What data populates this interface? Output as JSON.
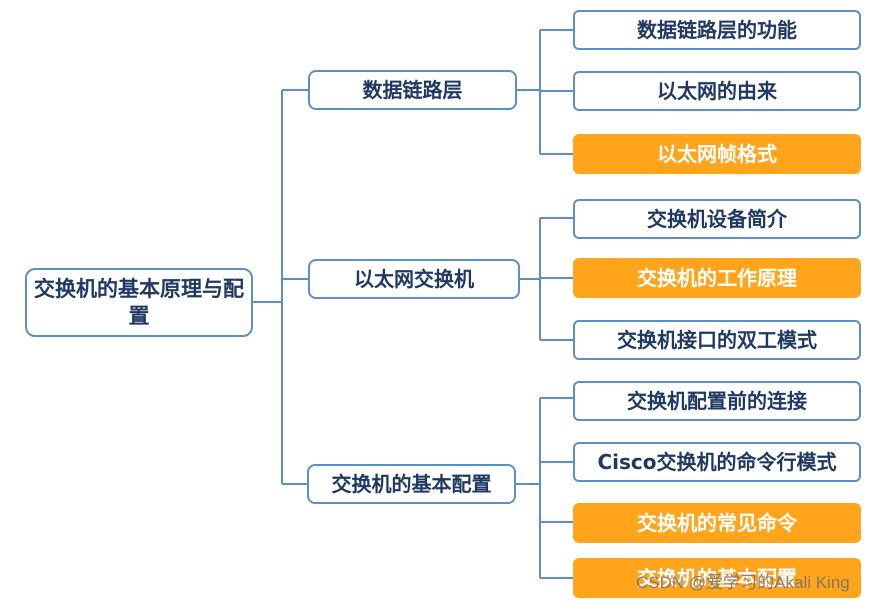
{
  "colors": {
    "line": "#5b8fc7",
    "text": "#1f3864",
    "highlight_fill": "#ffa41b",
    "highlight_text": "#ffffff"
  },
  "root": {
    "label": "交换机的基本原理与配置"
  },
  "branches": [
    {
      "label": "数据链路层",
      "children": [
        {
          "label": "数据链路层的功能",
          "highlight": false
        },
        {
          "label": "以太网的由来",
          "highlight": false
        },
        {
          "label": "以太网帧格式",
          "highlight": true
        }
      ]
    },
    {
      "label": "以太网交换机",
      "children": [
        {
          "label": "交换机设备简介",
          "highlight": false
        },
        {
          "label": "交换机的工作原理",
          "highlight": true
        },
        {
          "label": "交换机接口的双工模式",
          "highlight": false
        }
      ]
    },
    {
      "label": "交换机的基本配置",
      "children": [
        {
          "label": "交换机配置前的连接",
          "highlight": false
        },
        {
          "label": "Cisco交换机的命令行模式",
          "highlight": false
        },
        {
          "label": "交换机的常见命令",
          "highlight": true
        },
        {
          "label": "交换机的基本配置",
          "highlight": true
        }
      ]
    }
  ],
  "watermark": "CSDN @爱学习的Akali King"
}
